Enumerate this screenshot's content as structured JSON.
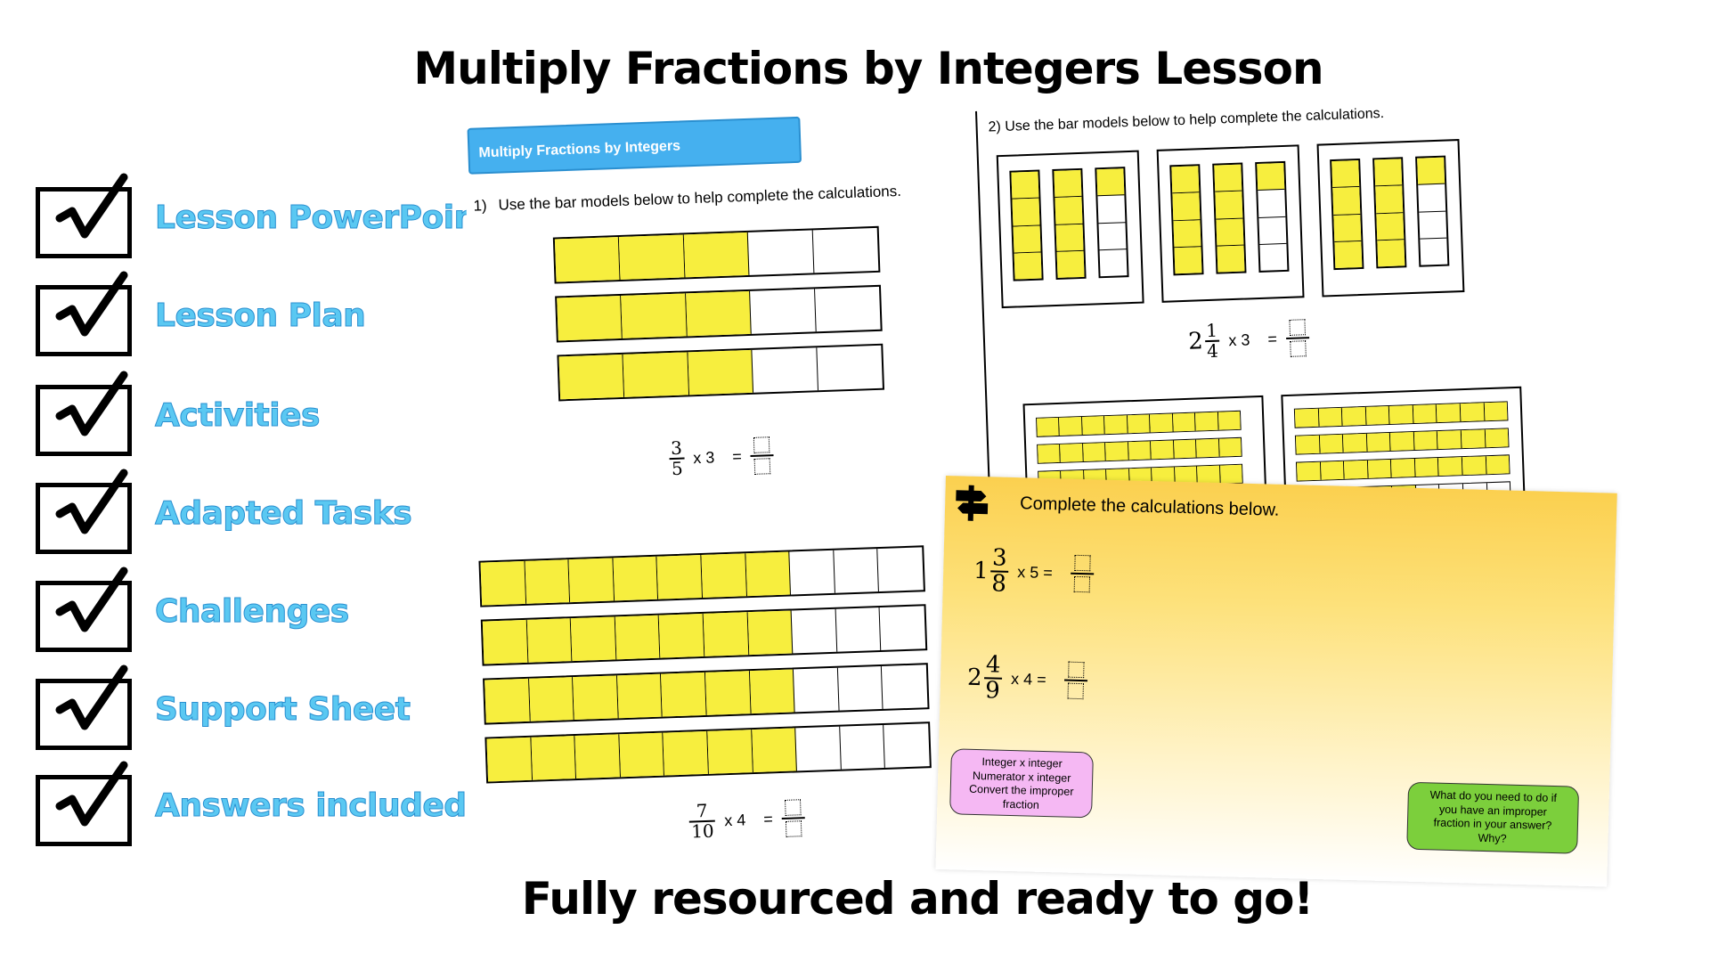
{
  "header": {
    "title": "Multiply Fractions by Integers Lesson"
  },
  "footer": {
    "text": "Fully resourced and ready to go!"
  },
  "checklist": [
    "Lesson PowerPoint",
    "Lesson Plan",
    "Activities",
    "Adapted Tasks",
    "Challenges",
    "Support Sheet",
    "Answers included"
  ],
  "worksheet1": {
    "header": "Multiply Fractions by Integers",
    "q1_number": "1)",
    "q1_text": "Use the bar models below to help complete the calculations.",
    "calc1": {
      "num": "3",
      "den": "5",
      "op": "x 3",
      "eq": "="
    },
    "calc2": {
      "num": "7",
      "den": "10",
      "op": "x 4",
      "eq": "="
    }
  },
  "worksheet2": {
    "q2_text": "2) Use the bar models below to help complete the calculations.",
    "calc1": {
      "whole": "2",
      "num": "1",
      "den": "4",
      "op": "x 3",
      "eq": "="
    }
  },
  "slide": {
    "title": "Complete the calculations below.",
    "calc1": {
      "whole": "1",
      "num": "3",
      "den": "8",
      "op": "x 5 ="
    },
    "calc2": {
      "whole": "2",
      "num": "4",
      "den": "9",
      "op": "x 4 ="
    },
    "hint_pink": [
      "Integer x integer",
      "Numerator x integer",
      "Convert the improper",
      "fraction"
    ],
    "hint_green": [
      "What do you need to do if",
      "you have an improper",
      "fraction in your answer?",
      "Why?"
    ]
  },
  "colors": {
    "checklist_text": "#5ac8f2",
    "header_blue": "#45b0ef",
    "bar_yellow": "#f7ee3e",
    "slide_orange": "#fbd04f",
    "bubble_pink": "#f5b8f3",
    "bubble_green": "#7ccf3c"
  },
  "icons": {
    "checkmark": "checkmark-icon",
    "signpost": "signpost-icon"
  }
}
